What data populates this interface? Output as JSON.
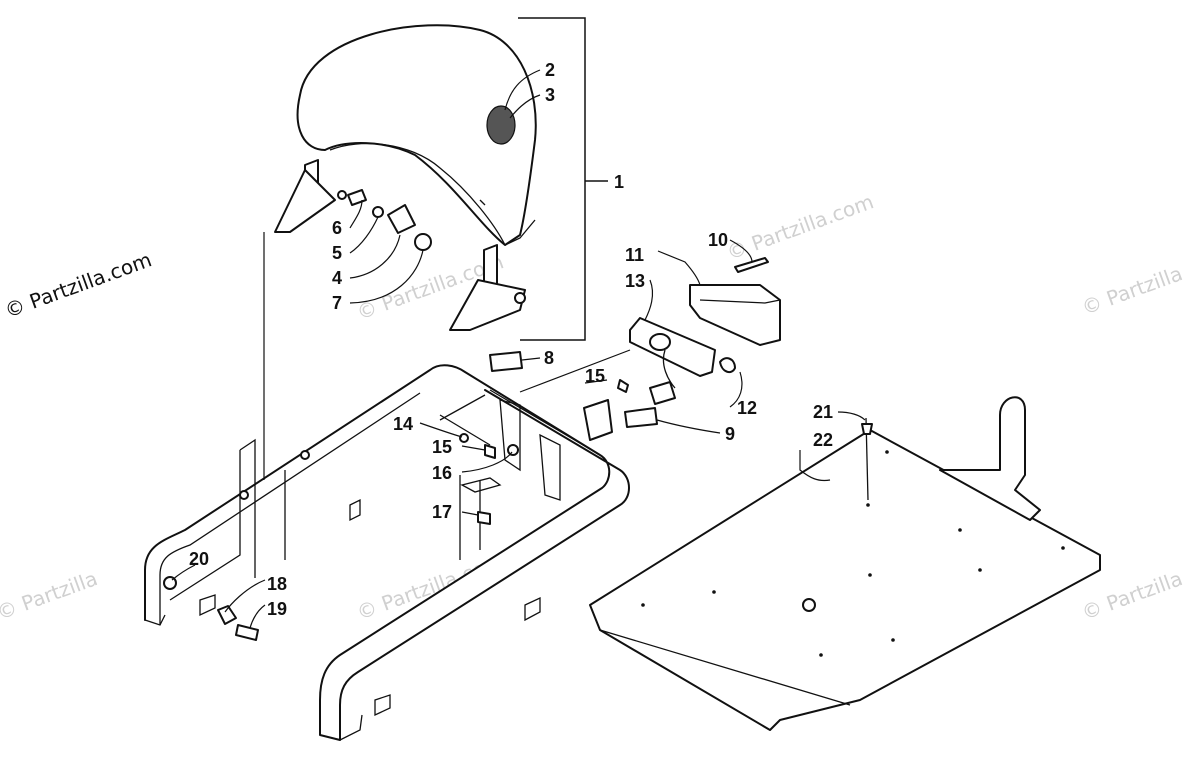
{
  "watermark_main": "© Partzilla.com",
  "watermark_faint": "© Partzilla",
  "callouts": {
    "c1": "1",
    "c2": "2",
    "c3": "3",
    "c4": "4",
    "c5": "5",
    "c6": "6",
    "c7": "7",
    "c8": "8",
    "c9": "9",
    "c10": "10",
    "c11": "11",
    "c12": "12",
    "c13": "13",
    "c14": "14",
    "c15a": "15",
    "c15b": "15",
    "c16": "16",
    "c17": "17",
    "c18": "18",
    "c19": "19",
    "c20": "20",
    "c21": "21",
    "c22": "22"
  }
}
